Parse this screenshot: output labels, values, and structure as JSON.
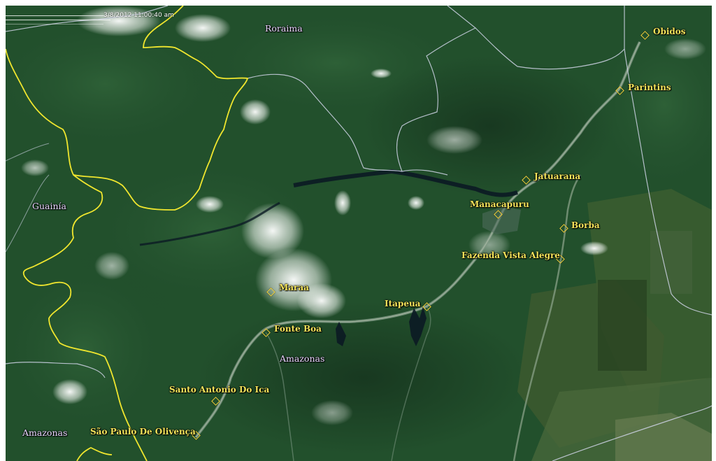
{
  "timestamp": "3/8/2012 11:00:40 am",
  "regions": [
    {
      "name": "Roraima"
    },
    {
      "name": "Guainía"
    },
    {
      "name": "Amazonas"
    },
    {
      "name": "Amazonas"
    }
  ],
  "cities": [
    {
      "name": "Obidos"
    },
    {
      "name": "Parintins"
    },
    {
      "name": "Jatuarana"
    },
    {
      "name": "Manacapuru"
    },
    {
      "name": "Borba"
    },
    {
      "name": "Fazenda Vista Alegre"
    },
    {
      "name": "Maraa"
    },
    {
      "name": "Itapeua"
    },
    {
      "name": "Fonte Boa"
    },
    {
      "name": "Santo Antonio Do Ica"
    },
    {
      "name": "São Paulo De Olivença"
    }
  ],
  "colors": {
    "national_border": "#f0e62e",
    "state_border": "#cfd3e6",
    "city_label": "#f3e35a",
    "region_label": "#e9d6ff",
    "forest": "#1f4a2a",
    "river": "#0b1a24"
  }
}
